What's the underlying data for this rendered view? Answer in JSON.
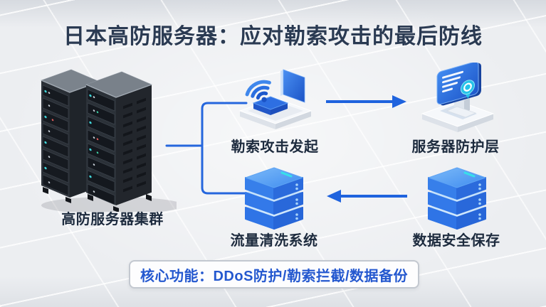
{
  "title": "日本高防服务器：应对勒索攻击的最后防线",
  "cluster": {
    "label": "高防服务器集群",
    "icon": "server-rack-icon"
  },
  "nodes": {
    "attack": {
      "label": "勒索攻击发起",
      "icon": "wifi-signal-icon"
    },
    "protection": {
      "label": "服务器防护层",
      "icon": "monitor-shield-icon"
    },
    "cleaning": {
      "label": "流量清洗系统",
      "icon": "database-stack-icon"
    },
    "storage": {
      "label": "数据安全保存",
      "icon": "database-stack-icon"
    }
  },
  "flow": {
    "top_arrow": "勒索攻击发起 → 服务器防护层",
    "bottom_arrow": "数据安全保存 → 流量清洗系统",
    "bracket": "高防服务器集群 ↔ 勒索攻击发起 / 流量清洗系统"
  },
  "footer": {
    "core_functions": "核心功能：DDoS防护/勒索拦截/数据备份"
  },
  "colors": {
    "accent_blue": "#2166df",
    "icon_blue": "#2e74e6",
    "cyan_accent": "#37e0ea",
    "title_text": "#2a3a52",
    "label_text": "#1d2b3e",
    "footer_text": "#2458cf",
    "background": "#eceef1"
  }
}
